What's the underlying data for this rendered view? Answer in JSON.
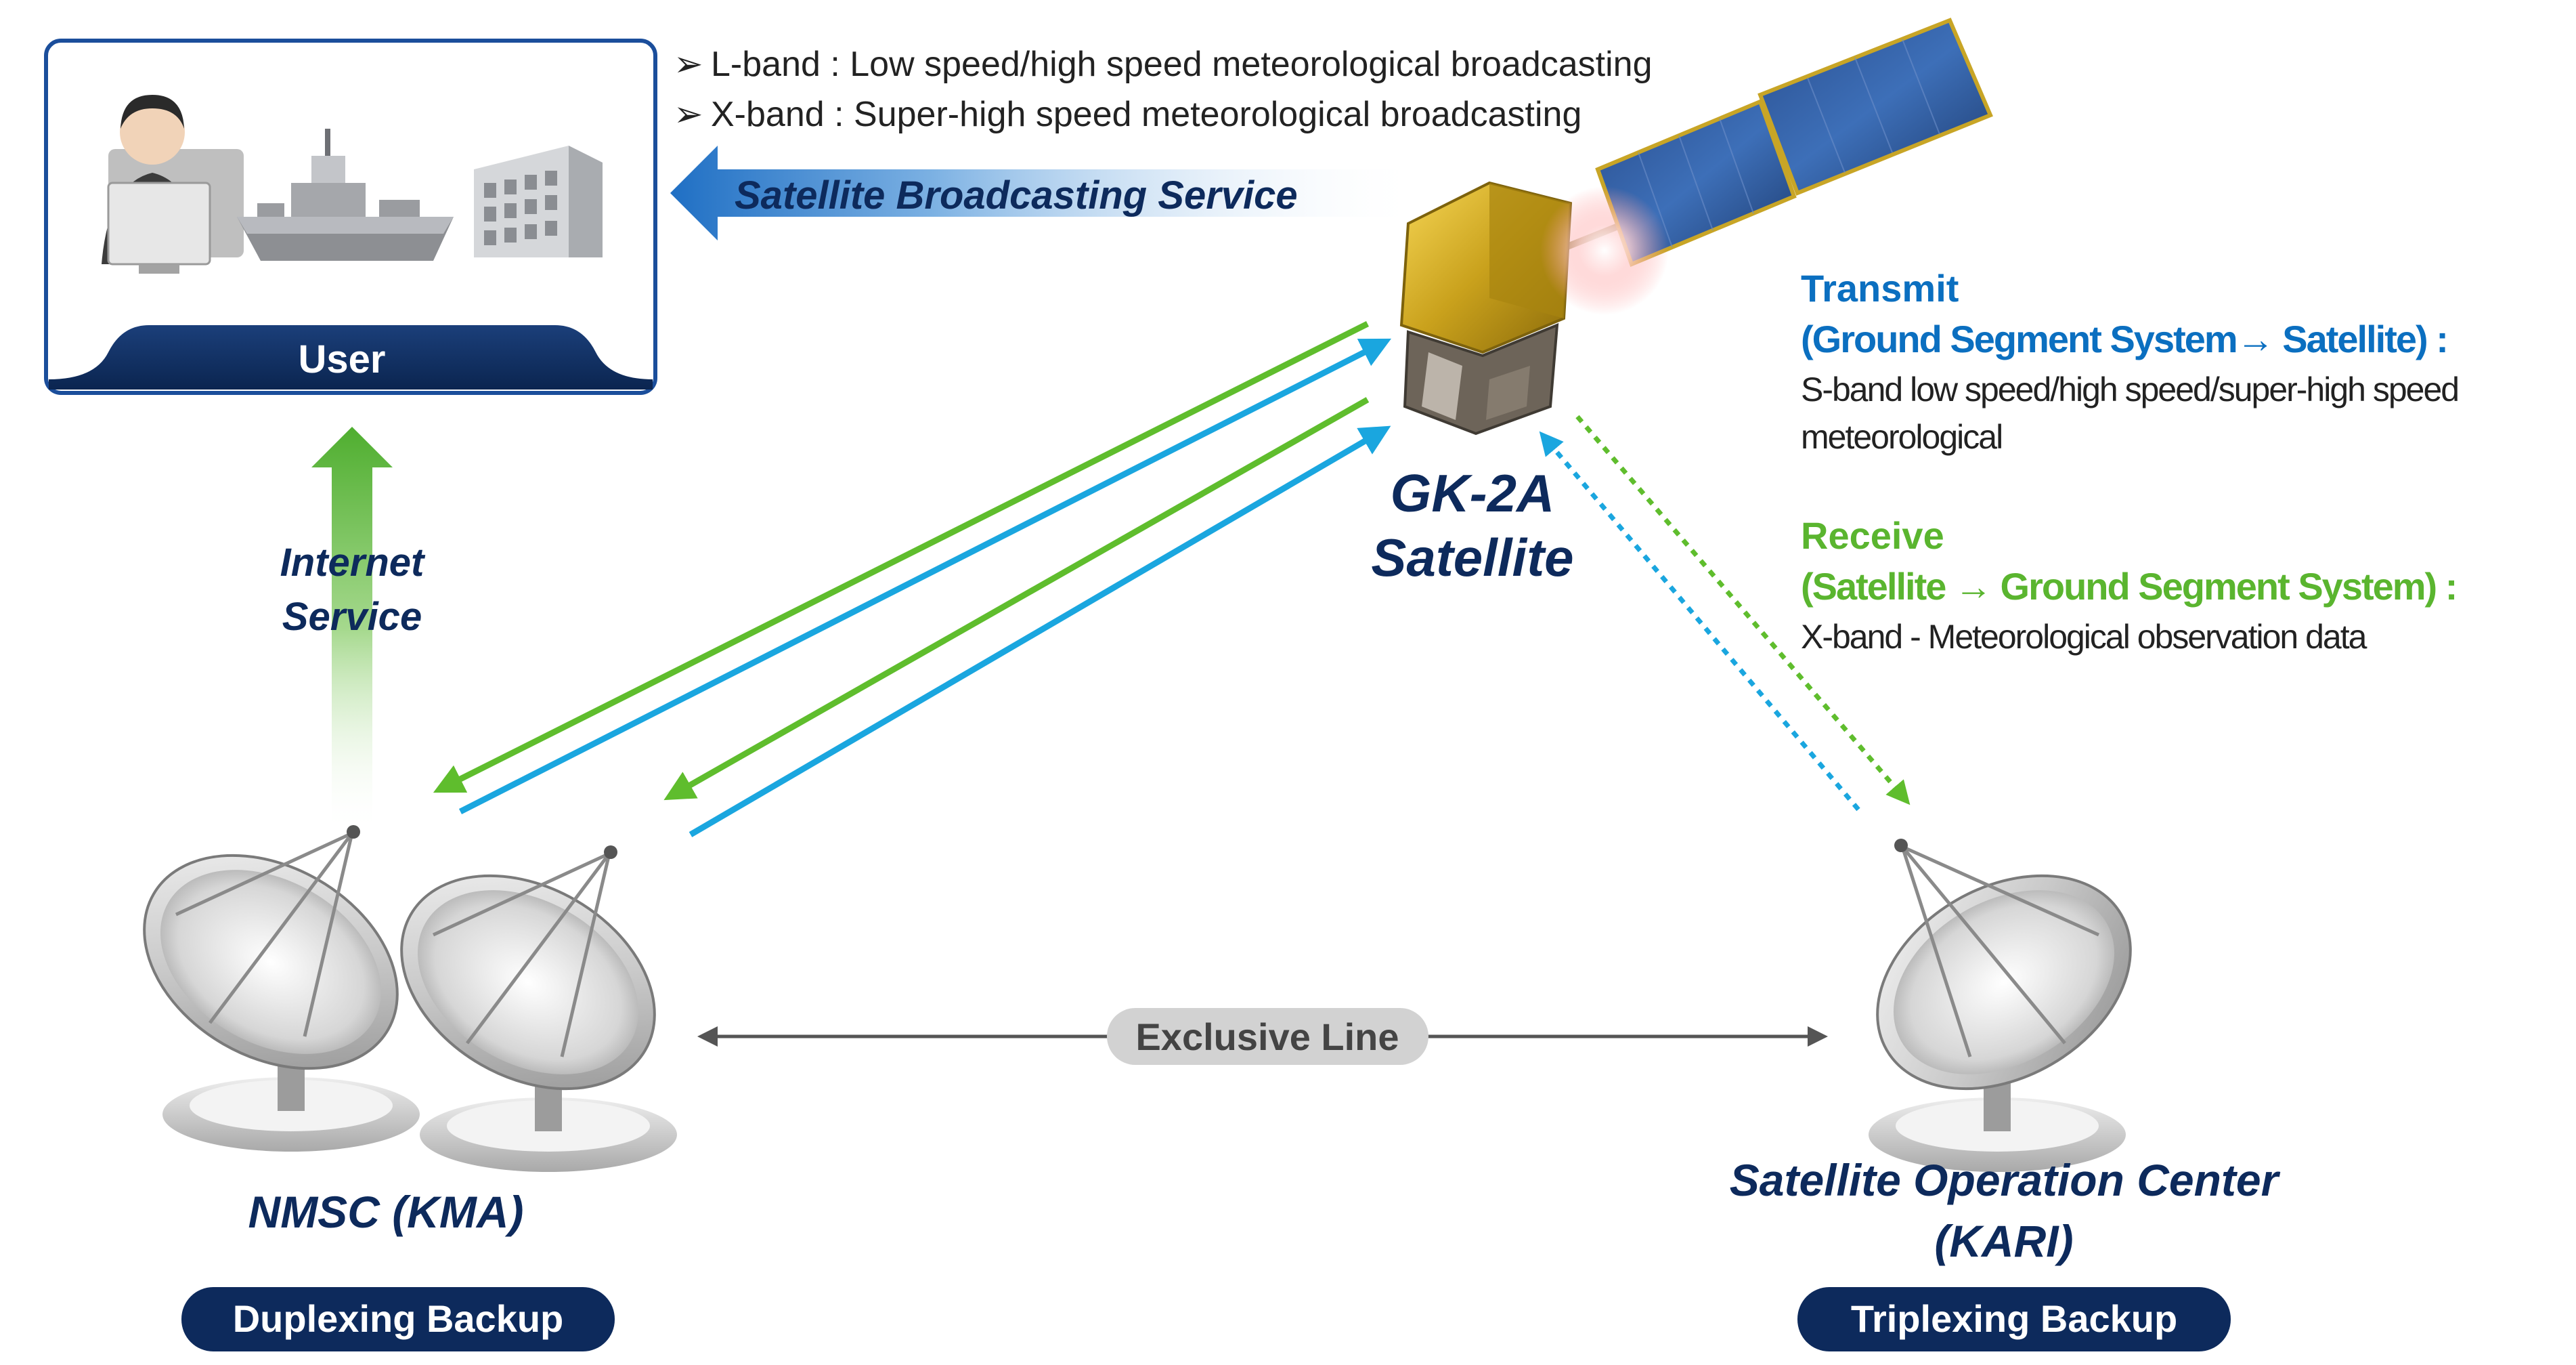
{
  "user_box": {
    "label": "User",
    "icons": [
      "person-at-computer",
      "navy-ship",
      "office-building"
    ]
  },
  "bands": [
    "L-band : Low speed/high speed meteorological broadcasting",
    "X-band : Super-high speed meteorological broadcasting"
  ],
  "broadcast_service": "Satellite Broadcasting Service",
  "internet_service": [
    "Internet",
    "Service"
  ],
  "satellite": {
    "name_line1": "GK-2A",
    "name_line2": "Satellite"
  },
  "legend": {
    "transmit_title": "Transmit",
    "transmit_subtitle": "(Ground Segment System→ Satellite) :",
    "transmit_desc_line1": "S-band low speed/high speed/super-high speed",
    "transmit_desc_line2": "meteorological",
    "receive_title": "Receive",
    "receive_subtitle": "(Satellite → Ground Segment System) :",
    "receive_desc": "X-band - Meteorological observation data"
  },
  "exclusive_line": "Exclusive Line",
  "ground_stations": {
    "nmsc_name": "NMSC (KMA)",
    "nmsc_backup": "Duplexing Backup",
    "soc_name_line1": "Satellite  Operation  Center",
    "soc_name_line2": "(KARI)",
    "soc_backup": "Triplexing Backup"
  },
  "colors": {
    "navy": "#0d2a5c",
    "transmit_blue": "#0b6fc0",
    "receive_green": "#5ab52f",
    "blue_link": "#1aa6df",
    "green_link": "#5fbd2d"
  }
}
